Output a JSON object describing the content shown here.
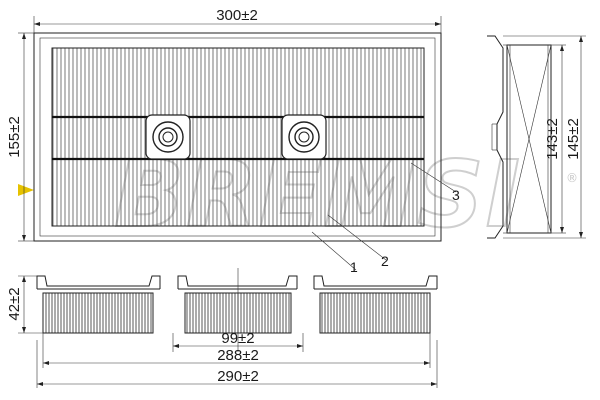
{
  "drawing": {
    "top_view": {
      "width_dim": "300±2",
      "height_dim": "155±2",
      "callouts": [
        "1",
        "2",
        "3"
      ]
    },
    "side_view": {
      "inner_dim": "143±2",
      "outer_dim": "145±2"
    },
    "front_view": {
      "height_dim": "42±2",
      "center_dim": "99±2",
      "inner_width_dim": "288±2",
      "outer_width_dim": "290±2"
    }
  },
  "watermark": {
    "brand": "BREMSI",
    "registered": "®",
    "color": "#cfcfcf"
  },
  "colors": {
    "line": "#222222",
    "background": "#ffffff"
  }
}
